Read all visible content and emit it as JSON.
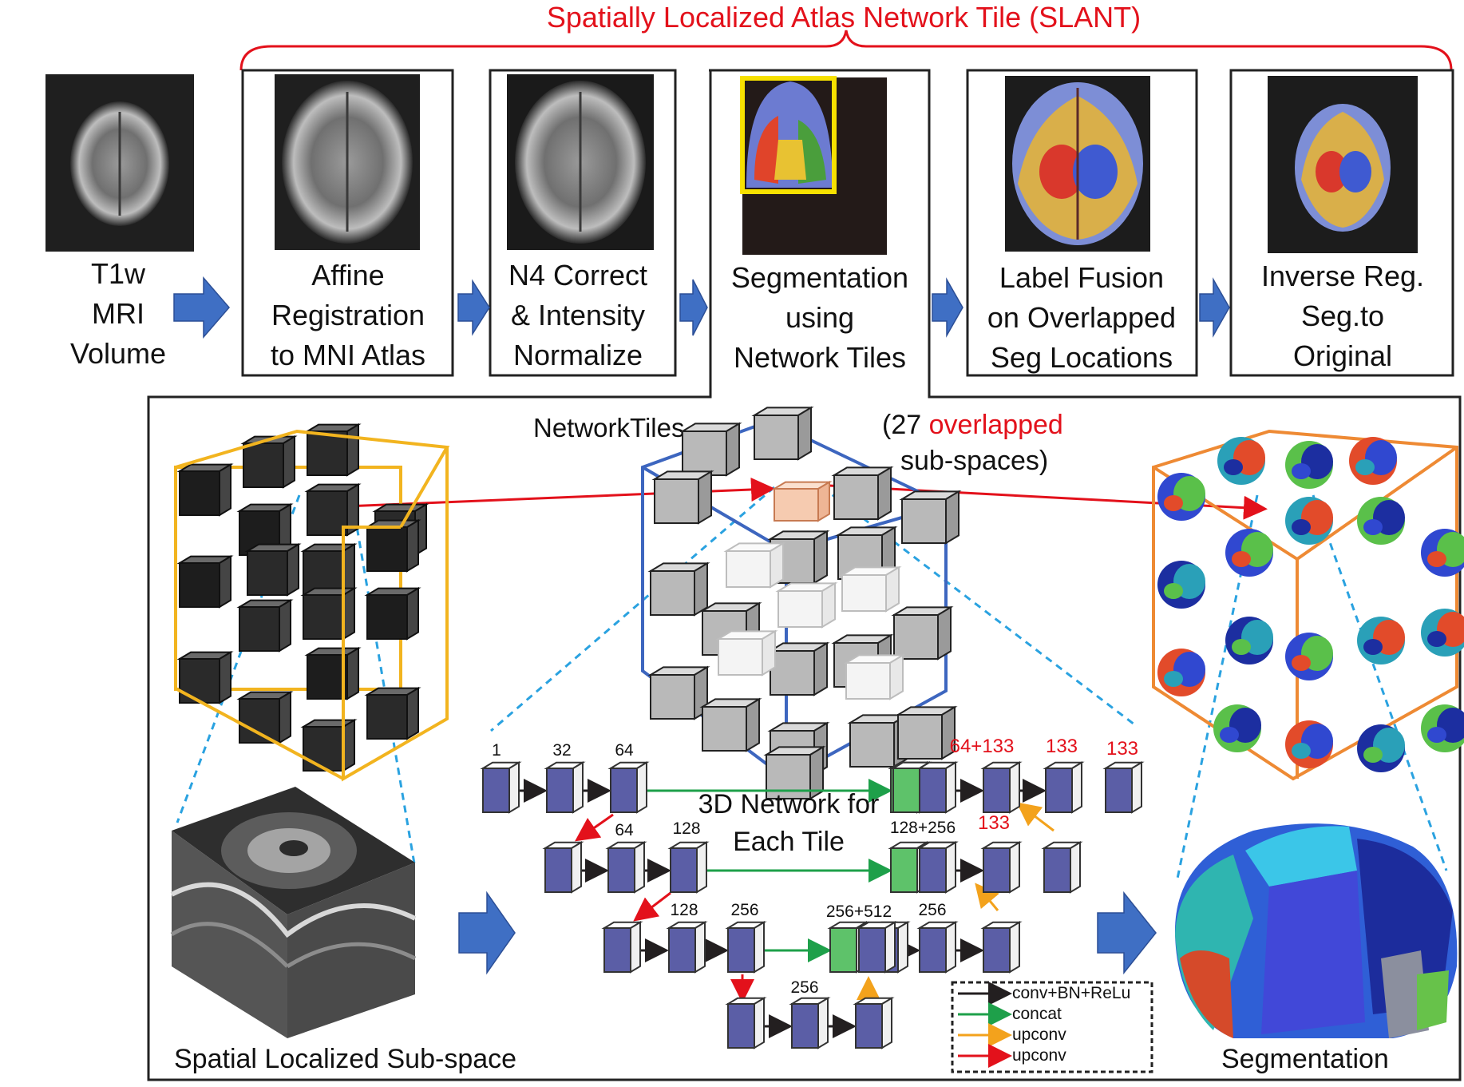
{
  "title": "Spatially Localized Atlas Network Tile (SLANT)",
  "colors": {
    "accent_red": "#e3111b",
    "flow_arrow_blue": "#3f6fc4",
    "cube_yellow": "#f2b41f",
    "cube_blue": "#3d66bf",
    "cube_orange": "#ee8a34",
    "conv_block": "#5b5ea6",
    "concat_block": "#5ec26a",
    "conv_arrow": "#231f20",
    "concat_arrow": "#1ea04a",
    "upconv_orange": "#f3a21c",
    "upconv_red": "#e3111b",
    "dashed_blue": "#2aa2e0"
  },
  "pipeline": [
    {
      "lines": [
        "T1w",
        "MRI",
        "Volume"
      ]
    },
    {
      "lines": [
        "Affine",
        "Registration",
        "to MNI Atlas"
      ]
    },
    {
      "lines": [
        "N4 Correct",
        "& Intensity",
        "Normalize"
      ]
    },
    {
      "lines": [
        "Segmentation",
        "using",
        "Network Tiles"
      ]
    },
    {
      "lines": [
        "Label Fusion",
        "on Overlapped",
        "Seg Locations"
      ]
    },
    {
      "lines": [
        "Inverse Reg.",
        "Seg.to",
        "Original"
      ]
    }
  ],
  "detail": {
    "network_tiles_label": "NetworkTiles",
    "overlap_note": {
      "prefix": "(27 ",
      "highlight": "overlapped",
      "suffix": "sub-spaces)"
    },
    "subspace_label": "Spatial Localized Sub-space",
    "segmentation_label": "Segmentation",
    "network_title": [
      "3D Network for",
      "Each Tile"
    ]
  },
  "unet": {
    "channels": {
      "c1": "1",
      "c2": "32",
      "c3": "64",
      "l1a": "64",
      "l1b": "128",
      "l2a": "128",
      "l2b": "256",
      "l3": "256",
      "m3": "256+512",
      "m3b": "256",
      "m2": "128+256",
      "m2b": "133",
      "m1": "64+133",
      "m1b": "133",
      "m1c": "133"
    },
    "legend": [
      {
        "label": "conv+BN+ReLu",
        "color": "#231f20"
      },
      {
        "label": "concat",
        "color": "#1ea04a"
      },
      {
        "label": "upconv",
        "color": "#f3a21c"
      },
      {
        "label": "upconv",
        "color": "#e3111b"
      }
    ]
  }
}
